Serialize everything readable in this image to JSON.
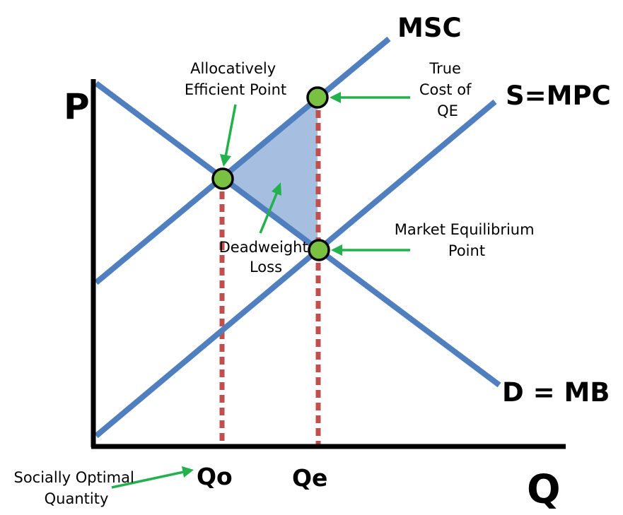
{
  "colors": {
    "curve": "#4f7fbf",
    "dash": "#c0504d",
    "point": "#7ac143",
    "arrow": "#22b14c",
    "dwl_fill": "#a6bfe0"
  },
  "labels": {
    "y_axis": "P",
    "x_axis": "Q",
    "msc": "MSC",
    "supply": "S=MPC",
    "demand": "D = MB",
    "q_optimal": "Qo",
    "q_equilibrium": "Qe",
    "allocatively_efficient": [
      "Allocatively",
      "Efficient Point"
    ],
    "true_cost": [
      "True",
      "Cost of",
      "QE"
    ],
    "market_equilibrium": [
      "Market Equilibrium",
      "Point"
    ],
    "deadweight_loss": [
      "Deadweight",
      "Loss"
    ],
    "socially_optimal": [
      "Socially Optimal",
      "Quantity"
    ]
  },
  "icons": [
    "green-arrow-icon"
  ]
}
